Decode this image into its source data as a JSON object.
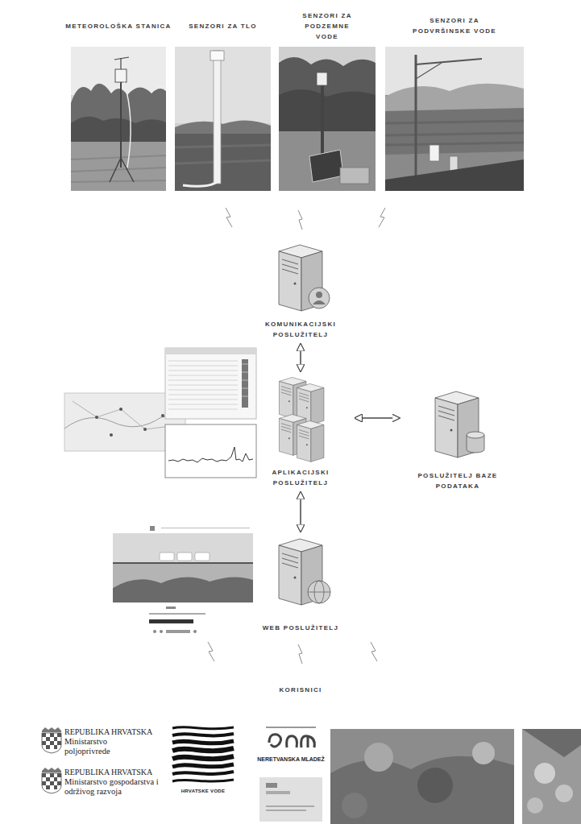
{
  "diagram": {
    "nodes": [
      {
        "text": [
          "METEOROLOŠKA STANICA"
        ]
      },
      {
        "text": [
          "SENZORI ZA TLO"
        ]
      },
      {
        "text": [
          "SENZORI ZA PODZEMNE VODE"
        ]
      },
      {
        "text": [
          "SENZORI ZA PODVRŠINSKE VODE"
        ]
      },
      {
        "text": [
          "KOMUNIKACIJSKI POSLUŽITELJ"
        ]
      },
      {
        "text": [
          "APLIKACIJSKI POSLUŽITELJ"
        ]
      },
      {
        "text": [
          "POSLUŽITELJ BAZE PODATAKA"
        ]
      },
      {
        "text": [
          "WEB POSLUŽITELJ"
        ]
      }
    ],
    "edges": [
      {
        "from": 4,
        "to": 5,
        "arrow": "both"
      },
      {
        "from": 5,
        "to": 6,
        "arrow": "both"
      },
      {
        "from": 5,
        "to": 7,
        "arrow": "both"
      }
    ],
    "labels": [
      "KORISNICI",
      "REPUBLIKA HRVATSKA",
      "Ministarstvo poljoprivrede",
      "REPUBLIKA HRVATSKA",
      "Ministarstvo gospodarstva i održivog razvoja",
      "HRVATSKE VODE",
      "NERETVANSKA MLADEŽ"
    ]
  }
}
